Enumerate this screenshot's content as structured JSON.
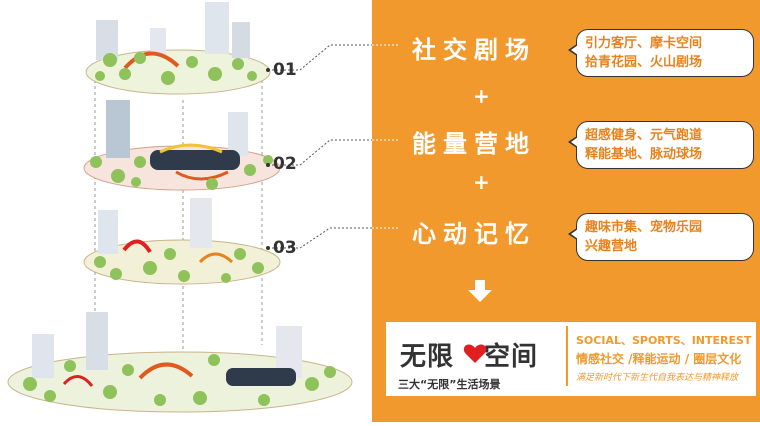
{
  "levels": [
    {
      "num": "01",
      "theme": "社交剧场",
      "items_line1": "引力客厅、摩卡空间",
      "items_line2": "拾青花园、火山剧场"
    },
    {
      "num": "02",
      "theme": "能量营地",
      "items_line1": "超感健身、元气跑道",
      "items_line2": "释能基地、脉动球场"
    },
    {
      "num": "03",
      "theme": "心动记忆",
      "items_line1": "趣味市集、宠物乐园",
      "items_line2": "兴趣营地"
    }
  ],
  "plus_sign": "+",
  "summary": {
    "title_left": "无限",
    "title_right": "空间",
    "subtitle": "三大“无限”生活场景",
    "en_keywords": "SOCIAL、SPORTS、INTEREST",
    "cn_keywords": "情感社交 /释能运动 / 圈层文化",
    "tagline": "满足新时代下新生代自我表达与精神释放"
  },
  "colors": {
    "panel_orange": "#f2992e",
    "text_orange": "#e8821e",
    "heart_red": "#e02020",
    "dark": "#333333"
  }
}
